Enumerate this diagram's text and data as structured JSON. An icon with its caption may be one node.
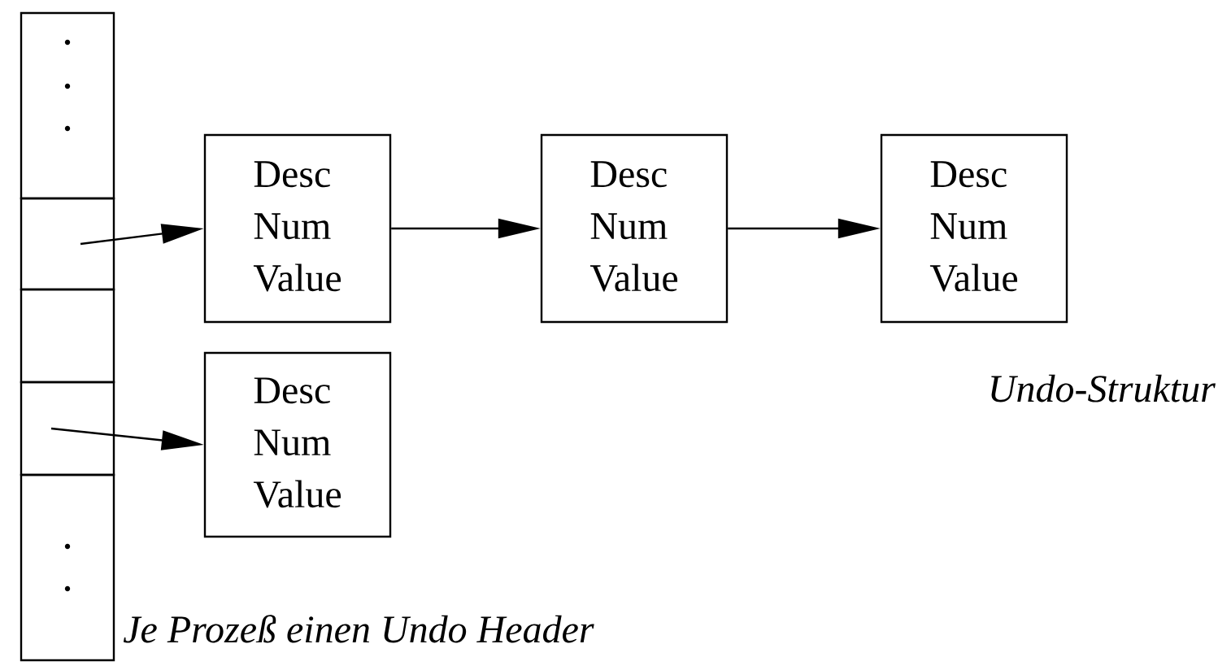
{
  "diagram": {
    "nodes": [
      {
        "text": [],
        "shape": "box"
      },
      {
        "text": [],
        "shape": "box"
      },
      {
        "text": [],
        "shape": "box"
      },
      {
        "text": [],
        "shape": "box"
      },
      {
        "text": [],
        "shape": "box"
      },
      {
        "text": [
          "Desc",
          "Num",
          "Value"
        ]
      },
      {
        "text": [
          "Desc",
          "Num",
          "Value"
        ]
      },
      {
        "text": [
          "Desc",
          "Num",
          "Value"
        ]
      },
      {
        "text": [
          "Desc",
          "Num",
          "Value"
        ]
      }
    ],
    "edges": [
      {
        "from": 1,
        "to": 5,
        "arrow": "to"
      },
      {
        "from": 5,
        "to": 6,
        "arrow": "to"
      },
      {
        "from": 6,
        "to": 7,
        "arrow": "to"
      },
      {
        "from": 3,
        "to": 8,
        "arrow": "to"
      }
    ],
    "labels": [
      "Undo-Struktur",
      "Je Prozeß einen Undo Header"
    ]
  }
}
